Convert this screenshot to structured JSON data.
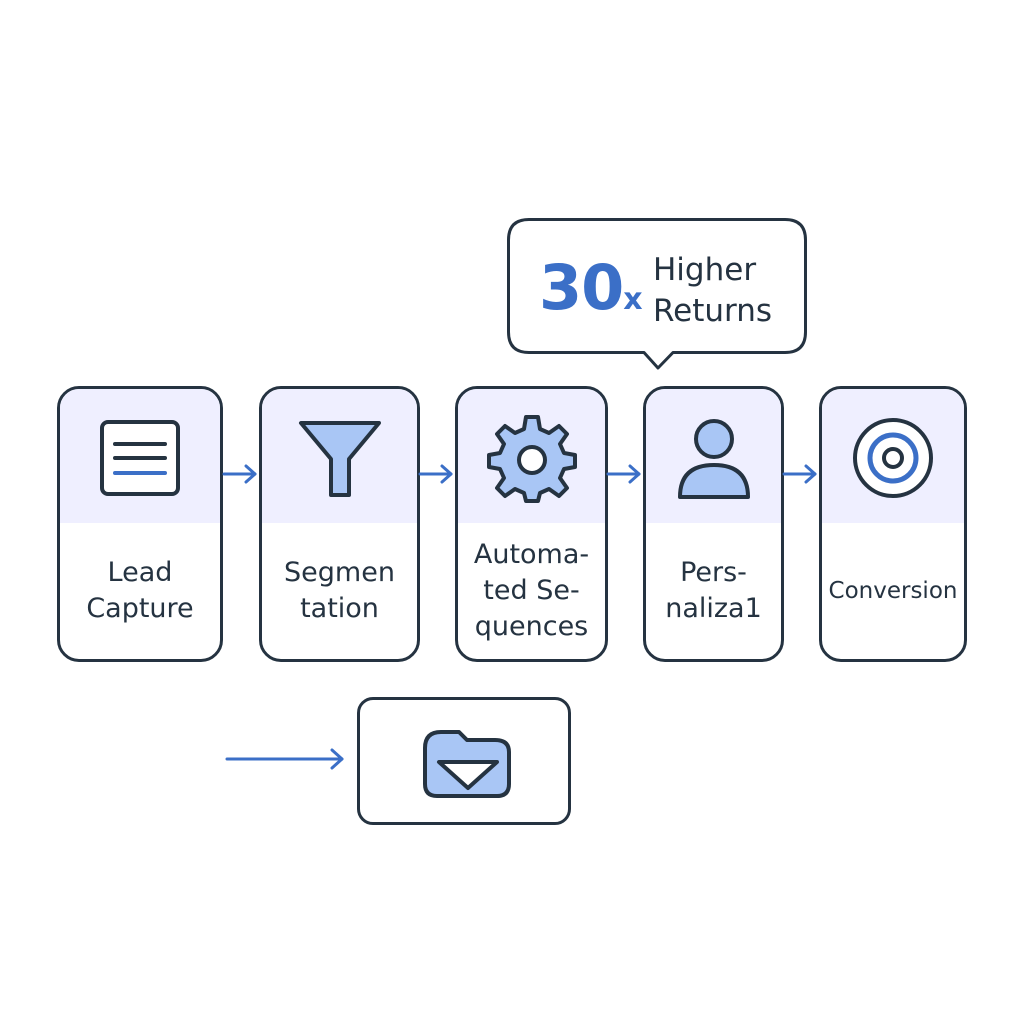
{
  "callout": {
    "multiplier": "30",
    "multiplier_suffix": "x",
    "text": "Higher\nReturns"
  },
  "steps": [
    {
      "label": "Lead\nCapture",
      "icon": "document-icon"
    },
    {
      "label": "Segmen\ntation",
      "icon": "funnel-icon"
    },
    {
      "label": "Automa-\nted Se-\nquences",
      "icon": "gear-icon"
    },
    {
      "label": "Pers-\nnaliza1",
      "icon": "user-icon"
    },
    {
      "label": "Conversion",
      "icon": "target-icon"
    }
  ],
  "footer_node": {
    "icon": "envelope-icon"
  },
  "colors": {
    "accent": "#3b6fc7",
    "outline": "#253341",
    "band": "#efefff",
    "icon_fill": "#a9c6f5"
  }
}
